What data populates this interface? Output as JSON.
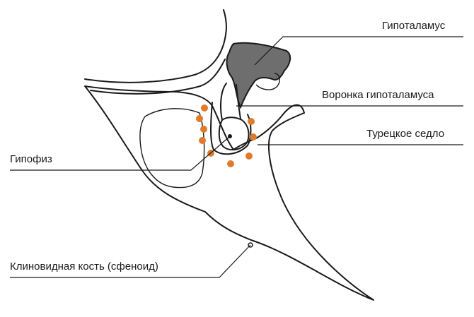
{
  "labels": {
    "hypothalamus": "Гипоталамус",
    "infundibulum": "Воронка гипоталамуса",
    "sella_turcica": "Турецкое седло",
    "pituitary": "Гипофиз",
    "sphenoid": "Клиновидная кость (сфеноид)"
  },
  "colors": {
    "line": "#1a1a1a",
    "hypothalamus_fill": "#6e6e6e",
    "dots": "#e07b2a",
    "background": "#ffffff"
  }
}
